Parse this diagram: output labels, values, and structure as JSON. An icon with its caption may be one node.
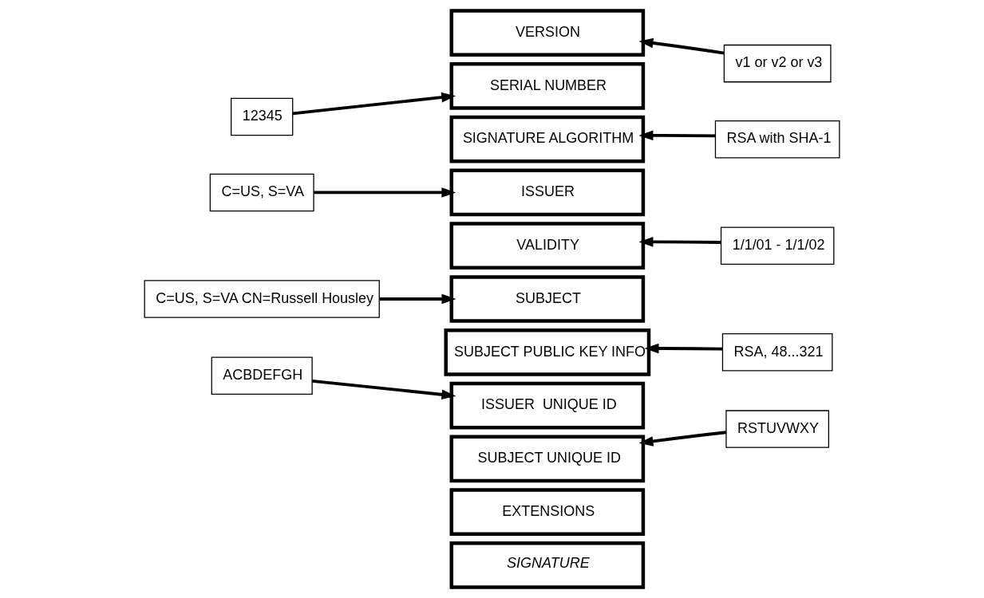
{
  "diagram": {
    "nodes": [
      {
        "text": [
          "VERSION"
        ]
      },
      {
        "text": [
          "SERIAL NUMBER"
        ]
      },
      {
        "text": [
          "SIGNATURE ALGORITHM"
        ]
      },
      {
        "text": [
          "ISSUER"
        ]
      },
      {
        "text": [
          "VALIDITY"
        ]
      },
      {
        "text": [
          "SUBJECT"
        ]
      },
      {
        "text": [
          "SUBJECT PUBLIC KEY INFO"
        ]
      },
      {
        "text": [
          "ISSUER  UNIQUE ID"
        ]
      },
      {
        "text": [
          "SUBJECT UNIQUE ID"
        ]
      },
      {
        "text": [
          "EXTENSIONS"
        ]
      },
      {
        "text": [
          "SIGNATURE"
        ]
      },
      {
        "text": [
          "v1 or v2 or v3"
        ]
      },
      {
        "text": [
          "12345"
        ]
      },
      {
        "text": [
          "RSA with SHA-1"
        ]
      },
      {
        "text": [
          "C=US, S=VA"
        ]
      },
      {
        "text": [
          "1/1/01 - 1/1/02"
        ]
      },
      {
        "text": [
          "C=US, S=VA CN=Russell Housley"
        ]
      },
      {
        "text": [
          "RSA, 48...321"
        ]
      },
      {
        "text": [
          "ACBDEFGH"
        ]
      },
      {
        "text": [
          "RSTUVWXY"
        ]
      }
    ],
    "edges": [
      {
        "from": 11,
        "to": 0,
        "arrow": "to"
      },
      {
        "from": 12,
        "to": 1,
        "arrow": "to"
      },
      {
        "from": 13,
        "to": 2,
        "arrow": "to"
      },
      {
        "from": 14,
        "to": 3,
        "arrow": "to"
      },
      {
        "from": 15,
        "to": 4,
        "arrow": "to"
      },
      {
        "from": 16,
        "to": 5,
        "arrow": "to"
      },
      {
        "from": 17,
        "to": 6,
        "arrow": "to"
      },
      {
        "from": 18,
        "to": 7,
        "arrow": "to"
      },
      {
        "from": 19,
        "to": 8,
        "arrow": "to"
      }
    ]
  }
}
